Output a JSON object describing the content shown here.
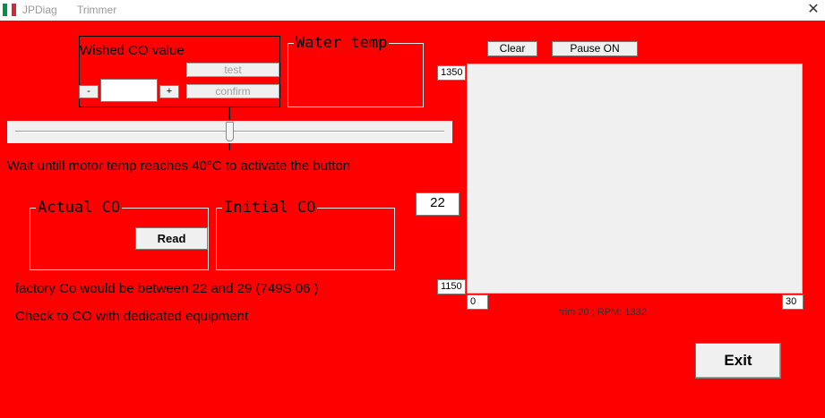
{
  "titlebar": {
    "app_name": "JPDiag",
    "window_title": "Trimmer",
    "flag_colors": [
      "#009246",
      "#ffffff",
      "#ce2b37"
    ],
    "close_glyph": "✕"
  },
  "colors": {
    "background": "#ff0000",
    "panel": "#f0f0f0"
  },
  "wished_co": {
    "label": "Wished CO value",
    "input_value": "",
    "minus_label": "-",
    "plus_label": "+",
    "test_label": "test",
    "confirm_label": "confirm"
  },
  "water_temp": {
    "label": "Water temp"
  },
  "slider": {
    "value_fraction": 0.5
  },
  "messages": {
    "wait_motor": "Wait untill motor temp reaches 40°C to activate the button",
    "factory_co": "factory Co would be between 22 and 29 (749S 06 )",
    "check_co": "Check to CO with dedicated equipment"
  },
  "actual_co": {
    "label": "Actual CO",
    "read_button": "Read"
  },
  "initial_co": {
    "label": "Initial CO"
  },
  "trim_value": "22",
  "chart": {
    "clear_button": "Clear",
    "pause_button": "Pause ON",
    "y_max_label": "1350",
    "y_min_label": "1150",
    "x_min_label": "0",
    "x_max_label": "30"
  },
  "status": {
    "text": "trim 20 ; RPM: 1332"
  },
  "exit_button": "Exit"
}
